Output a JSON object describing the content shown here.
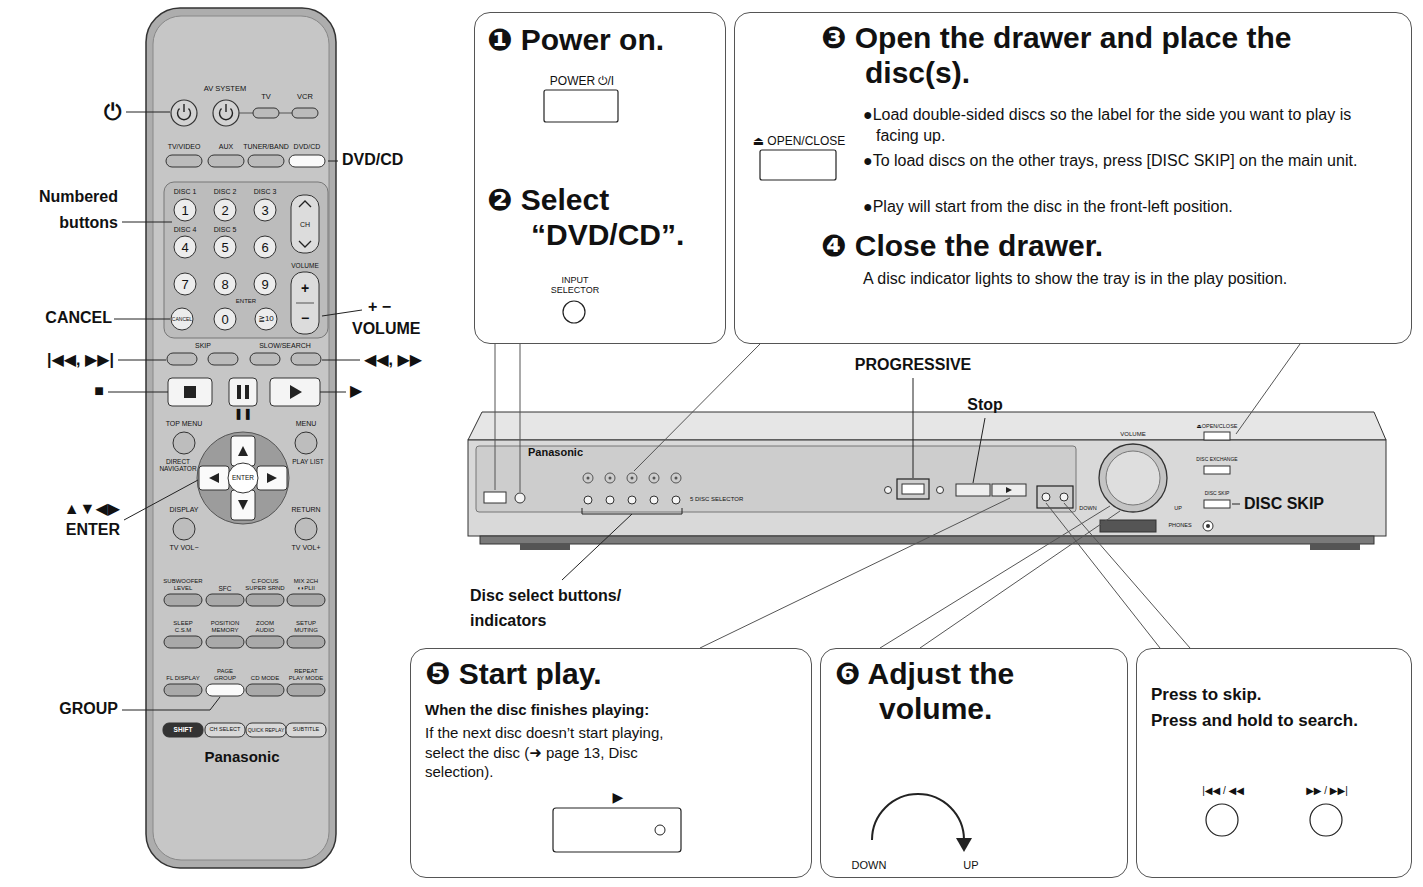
{
  "diagram": {
    "nodes": [
      {
        "text": [
          "❶ Power on.",
          "POWER ⏻/I",
          "❷ Select “DVD/CD”.",
          "INPUT SELECTOR"
        ]
      },
      {
        "text": [
          "⏏ OPEN/CLOSE",
          "❸ Open the drawer and place the disc(s).",
          "●Load double-sided discs so the label for the side you want to play is facing up.",
          "●To load discs on the other trays, press [DISC SKIP] on the main unit.",
          "●Play will start from the disc in the front-left position.",
          "❹ Close the drawer.",
          "A disc indicator lights to show the tray is in the play position."
        ]
      },
      {
        "text": [
          "❺ Start play.",
          "When the disc finishes playing:",
          "If the next disc doesn’t start playing, select the disc (➜ page 13, Disc selection).",
          "▶"
        ]
      },
      {
        "text": [
          "❻ Adjust the volume.",
          "DOWN",
          "UP"
        ]
      },
      {
        "text": [
          "Press to skip.",
          "Press and hold to search.",
          "|◀◀ / ◀◀",
          "▶▶ / ▶▶|"
        ]
      }
    ],
    "labels": [
      "⏻",
      "AV SYSTEM",
      "TV",
      "VCR",
      "TV/VIDEO",
      "AUX",
      "TUNER/BAND",
      "DVD/CD",
      "DVD/CD",
      "Numbered buttons",
      "DISC 1",
      "DISC 2",
      "DISC 3",
      "1",
      "2",
      "3",
      "DISC 4",
      "DISC 5",
      "4",
      "5",
      "6",
      "7",
      "8",
      "9",
      "CANCEL",
      "0",
      "ENTER",
      "≧10",
      "CH",
      "VOLUME",
      "+",
      "−",
      "CANCEL",
      "+ −",
      "VOLUME",
      "SKIP",
      "SLOW/SEARCH",
      "|◀◀, ▶▶|",
      "◀◀, ▶▶",
      "■",
      "▶",
      "❚❚",
      "TOP MENU",
      "MENU",
      "DIRECT NAVIGATOR",
      "PLAY LIST",
      "ENTER",
      "▲▼◀▶",
      "ENTER",
      "DISPLAY",
      "RETURN",
      "TV VOL−",
      "TV VOL+",
      "SUBWOOFER LEVEL",
      "SFC",
      "C.FOCUS SUPER SRND",
      "MIX 2CH ◖◗PLII",
      "SLEEP C.S.M",
      "POSITION MEMORY",
      "ZOOM AUDIO",
      "SETUP MUTING",
      "FL DISPLAY",
      "PAGE GROUP",
      "CD MODE",
      "REPEAT PLAY MODE",
      "SHIFT",
      "CH SELECT",
      "QUICK REPLAY",
      "SUBTITLE",
      "Panasonic",
      "GROUP",
      "Panasonic",
      "5 DISC SELECTOR",
      "VOLUME",
      "DOWN",
      "UP",
      "⏏OPEN/CLOSE",
      "DISC EXCHANGE",
      "DISC SKIP",
      "PHONES",
      "PROGRESSIVE",
      "Stop",
      "DISC SKIP",
      "Disc select buttons/ indicators"
    ]
  }
}
